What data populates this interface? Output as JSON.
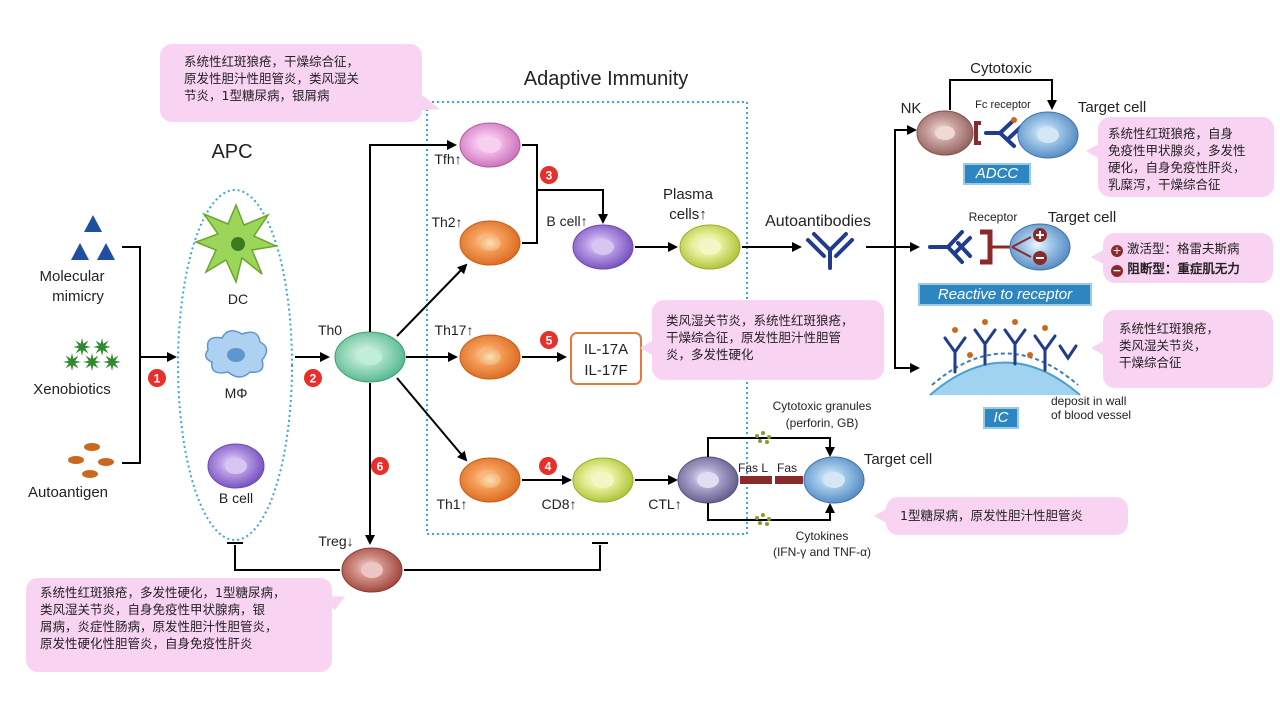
{
  "title": "Adaptive Immunity",
  "inputs": {
    "molecular_mimicry": "Molecular\nmimicry",
    "xenobiotics": "Xenobiotics",
    "autoantigen": "Autoantigen"
  },
  "apc": {
    "label": "APC",
    "dc": "DC",
    "macrophage": "MΦ",
    "bcell": "B cell"
  },
  "cells": {
    "th0": "Th0",
    "tfh": "Tfh↑",
    "th2": "Th2↑",
    "th17": "Th17↑",
    "th1": "Th1↑",
    "treg": "Treg↓",
    "bcell_up": "B cell↑",
    "plasma": "Plasma\ncells↑",
    "cd8": "CD8↑",
    "ctl": "CTL↑"
  },
  "steps": [
    "1",
    "2",
    "3",
    "4",
    "5",
    "6"
  ],
  "il17": [
    "IL-17A",
    "IL-17F"
  ],
  "autoantibodies": "Autoantibodies",
  "effector": {
    "nk": "NK",
    "fc_receptor": "Fc receptor",
    "cytotoxic": "Cytotoxic",
    "target_cell": "Target cell",
    "adcc": "ADCC",
    "receptor": "Receptor",
    "reactive": "Reactive to receptor",
    "ic": "IC",
    "deposit": "deposit in wall\nof blood vessel",
    "cytotoxic_granules": "Cytotoxic granules\n(perforin,  GB)",
    "cytokines": "Cytokines\n(IFN-γ and TNF-α)",
    "fasl": "Fas L",
    "fas": "Fas"
  },
  "callouts": {
    "tfh": "系统性红斑狼疮，干燥综合征，\n原发性胆汁性胆管炎，类风湿关\n节炎，1型糖尿病，银屑病",
    "th17": "类风湿关节炎，系统性红斑狼疮，\n干燥综合征，原发性胆汁性胆管\n炎，多发性硬化",
    "adcc": "系统性红斑狼疮，自身\n免疫性甲状腺炎，多发性\n硬化，自身免疫性肝炎，\n乳糜泻，干燥综合征",
    "receptor_activate": "激活型：格雷夫斯病",
    "receptor_block": "阻断型：重症肌无力",
    "ic": "系统性红斑狼疮，\n类风湿关节炎，\n干燥综合征",
    "ctl": "1型糖尿病，原发性胆汁性胆管炎",
    "treg": "系统性红斑狼疮，多发性硬化，1型糖尿病，\n类风湿关节炎，自身免疫性甲状腺病，银\n屑病，炎症性肠病，原发性胆汁性胆管炎，\n原发性硬化性胆管炎，自身免疫性肝炎"
  },
  "colors": {
    "callout_bg": "#f9d3f2",
    "step_red": "#e8302a",
    "dotted_blue": "#3aa6dd",
    "antibody_blue": "#1f3d8c",
    "label_blue": "#2e86c1"
  }
}
